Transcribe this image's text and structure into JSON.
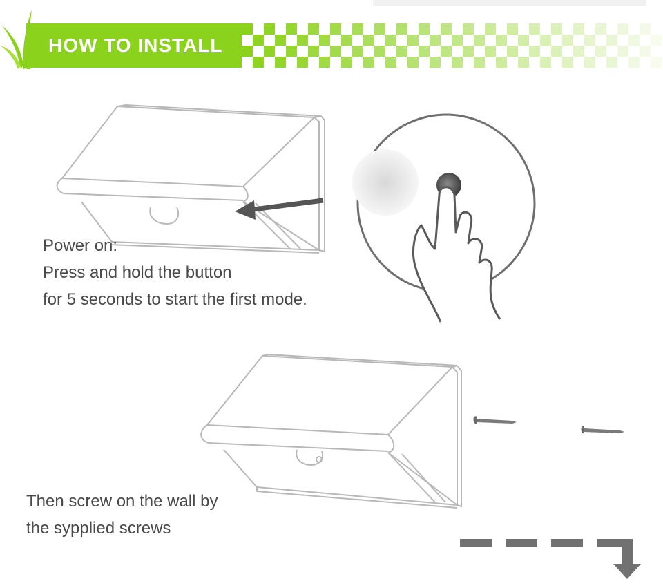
{
  "header": {
    "title": "HOW TO INSTALL",
    "accent_color": "#8bd21c",
    "icon": "grass-icon"
  },
  "step1": {
    "lines": [
      "Power on:",
      "Press and hold the button",
      "for 5 seconds to start the first mode."
    ],
    "illustration": "solar-light-power-button"
  },
  "step2": {
    "lines": [
      "Then screw on the wall by",
      "the sypplied screws"
    ],
    "illustration": "solar-light-wall-mount"
  },
  "footer": {
    "icon": "dashed-arrow-down-icon"
  }
}
